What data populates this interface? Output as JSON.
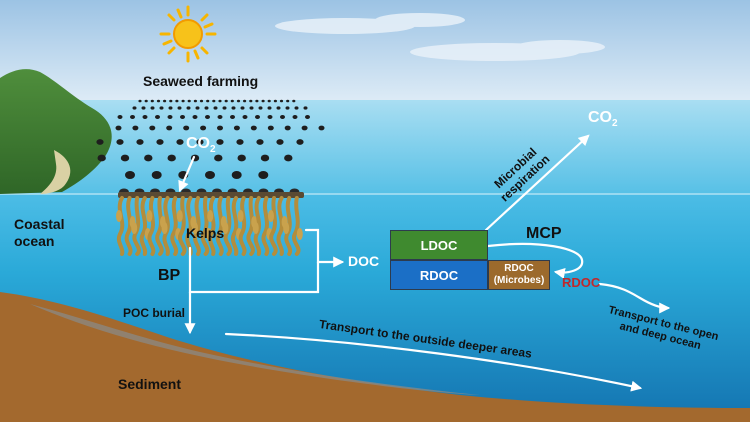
{
  "labels": {
    "seaweed_farming": "Seaweed farming",
    "co2_top": "CO",
    "co2_top_sub": "2",
    "co2_left": "CO",
    "co2_left_sub": "2",
    "coastal_ocean_line1": "Coastal",
    "coastal_ocean_line2": "ocean",
    "kelps": "Kelps",
    "bp": "BP",
    "poc_burial": "POC burial",
    "sediment": "Sediment",
    "doc": "DOC",
    "mcp": "MCP",
    "microbial_respiration_line1": "Microbial",
    "microbial_respiration_line2": "respiration",
    "rdoc_red": "RDOC",
    "transport_deeper": "Transport to the outside deeper areas",
    "transport_open_line1": "Transport to the open",
    "transport_open_line2": "and deep ocean"
  },
  "boxes": {
    "ldoc": "LDOC",
    "rdoc": "RDOC",
    "rdoc_microbes_line1": "RDOC",
    "rdoc_microbes_line2": "(Microbes)"
  },
  "colors": {
    "sky_top": "#9cc3e4",
    "sea_surface": "#2aa9d8",
    "sea_deep": "#1373b0",
    "sediment": "#a3692e",
    "kelp": "#b38d3c",
    "ldoc_box": "#3f8a2f",
    "rdoc_box": "#1b6fc6",
    "rdoc_microbes_box": "#9c6a2c",
    "rdoc_red_text": "#c0282b",
    "sun": "#f7b500"
  }
}
